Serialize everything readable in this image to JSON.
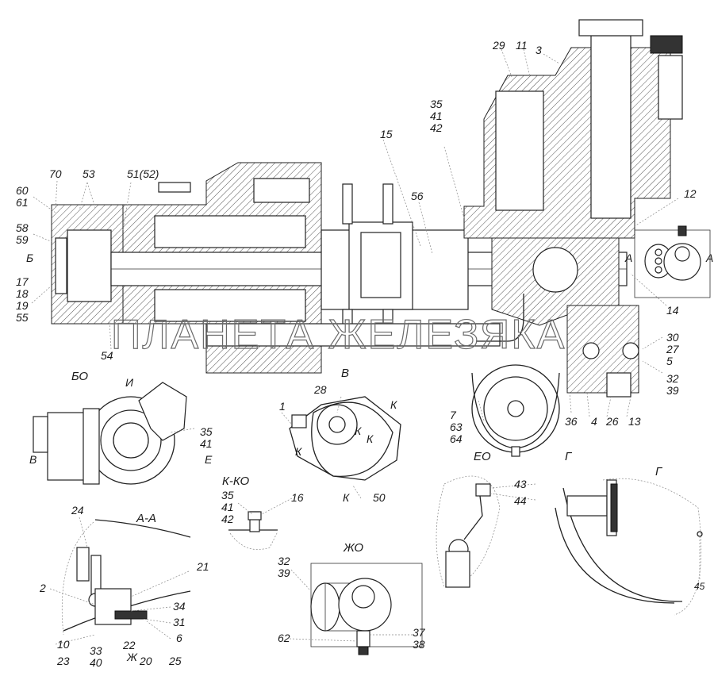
{
  "watermark": "ПЛАНЕТА ЖЕЛЕЗЯКА",
  "views": {
    "bo": "БО",
    "v": "В",
    "eo": "ЕО",
    "g_arrow": "Г",
    "g": "Г",
    "aa": "А-А",
    "kko": "К-КО",
    "zho": "ЖО"
  },
  "markers": {
    "b": "Б",
    "a_left": "А",
    "a_right": "А",
    "i": "И",
    "v_bo": "В",
    "e": "Е",
    "k1": "К",
    "k2": "К",
    "k3": "К",
    "k4": "К",
    "k5": "К",
    "zh": "Ж"
  },
  "callouts": {
    "c70": "70",
    "c53": "53",
    "c51_52": "51(52)",
    "c60_61": "60\n61",
    "c58_59": "58\n59",
    "c17_18_19_55": "17\n18\n19\n55",
    "c54": "54",
    "c56": "56",
    "c15": "15",
    "c35_41_42_top": "35\n41\n42",
    "c29": "29",
    "c11": "11",
    "c3": "3",
    "c12": "12",
    "c14": "14",
    "c30_27_5": "30\n27\n5",
    "c32_39_right": "32\n39",
    "c36": "36",
    "c4": "4",
    "c26": "26",
    "c13": "13",
    "c7_63_64": "7\n63\n64",
    "c35_41_bo": "35\n41",
    "c1": "1",
    "c28": "28",
    "c50": "50",
    "c35_41_42_kko": "35\n41\n42",
    "c16": "16",
    "c43": "43",
    "c44": "44",
    "c45": "45",
    "c24": "24",
    "c21": "21",
    "c2": "2",
    "c34": "34",
    "c31": "31",
    "c6": "6",
    "c10": "10",
    "c22": "22",
    "c33_40": "33\n40",
    "c23": "23",
    "c20": "20",
    "c25": "25",
    "c32_39_zho": "32\n39",
    "c37_38": "37\n38",
    "c62": "62"
  }
}
